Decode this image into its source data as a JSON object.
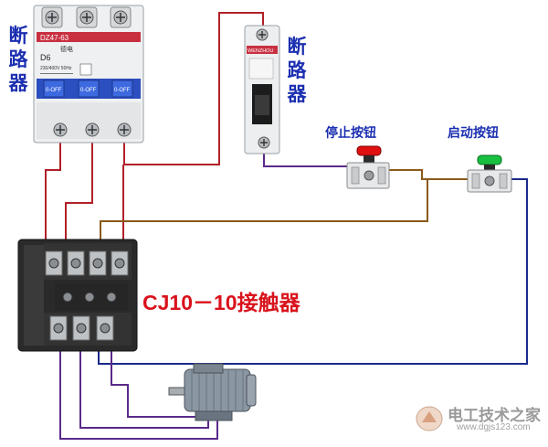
{
  "labels": {
    "breaker_left": "断路器",
    "breaker_right": "断路器",
    "stop_button": "停止按钮",
    "start_button": "启动按钮",
    "contactor": "CJ10－10接触器"
  },
  "breaker3p": {
    "brand_strip": "DZ47-63",
    "maker": "德电",
    "rating": "D6",
    "specs": "230/400V 50Hz",
    "switch_text": "0-OFF"
  },
  "breaker1p": {
    "brand_strip": "WENZHOU"
  },
  "watermark": {
    "name": "电工技术之家",
    "url": "www.dgjs123.com"
  },
  "colors": {
    "label_blue": "#1b2fb0",
    "contactor_red": "#d9121c",
    "wire_red": "#b02028",
    "wire_purple": "#5a2a8a",
    "wire_brown": "#8a5a1a",
    "wire_blue": "#1a2a8a",
    "button_red": "#e01010",
    "button_green": "#18c040"
  }
}
